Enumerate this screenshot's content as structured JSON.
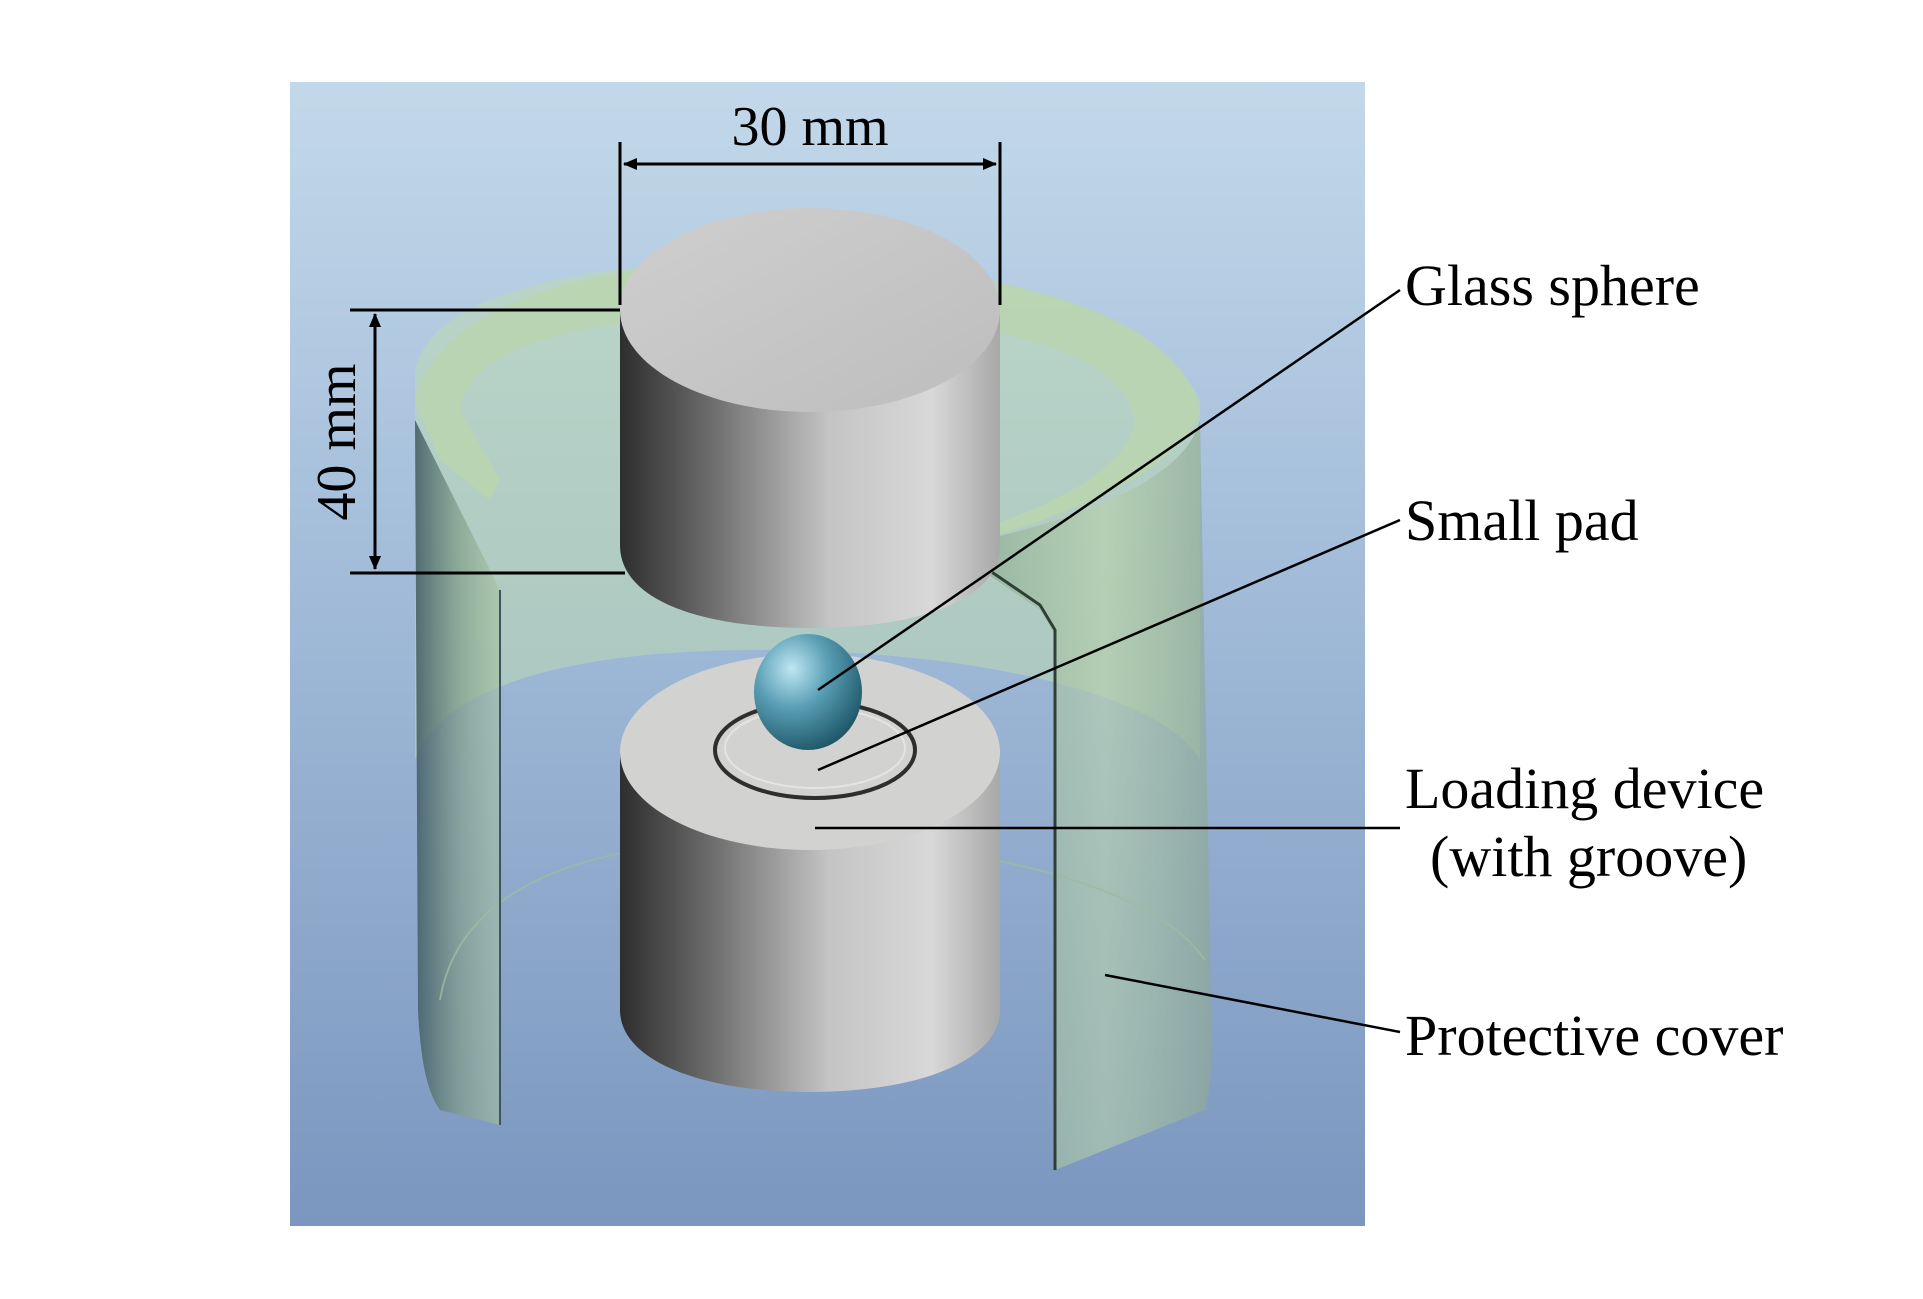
{
  "dimensions": {
    "width_label": "30 mm",
    "height_label": "40 mm"
  },
  "callouts": {
    "glass_sphere": "Glass sphere",
    "small_pad": "Small pad",
    "loading_device_line1": "Loading device",
    "loading_device_line2": "(with groove)",
    "protective_cover": "Protective cover"
  },
  "colors": {
    "background_top": "#c3d8e8",
    "background_bottom": "#7d98c0",
    "cylinder_light": "#dcdcdc",
    "cylinder_dark": "#3a3a3a",
    "cover_tint": "#b6d6a8",
    "sphere": "#5a9fb5"
  }
}
